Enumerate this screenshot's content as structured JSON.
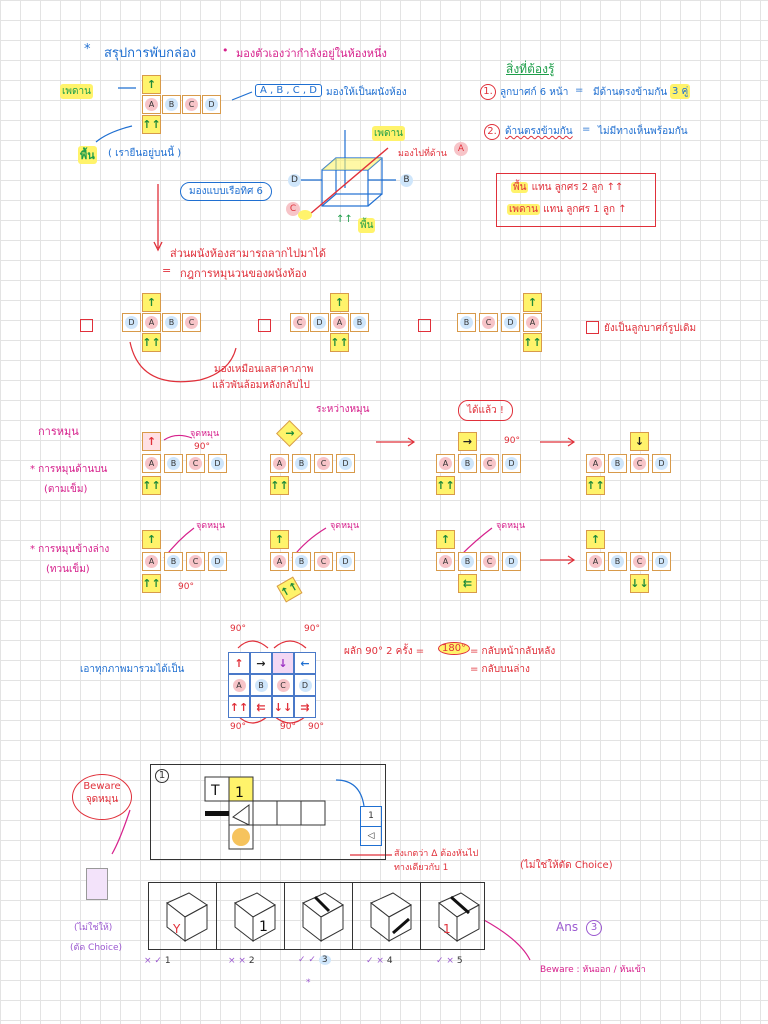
{
  "header": {
    "star": "*",
    "title": "สรุปการพับกล่อง",
    "bullet": "•",
    "subtitle": "มองตัวเองว่ากำลังอยู่ในห้องหนึ่ง"
  },
  "intro": {
    "ceiling_label": "เพดาน",
    "floor_label": "พื้น",
    "floor_note": "( เรายืนอยู่บนนี้ )",
    "faces": [
      "A",
      "B",
      "C",
      "D"
    ],
    "faces_note_letters": "A , B , C , D",
    "faces_note_text": "มองให้เป็นผนังห้อง",
    "view_pill": "มองแบบเรือทิศ 6",
    "cube_top": "เพดาน",
    "cube_bottom": "พื้น",
    "cube_look": "มองไปที่ด้าน",
    "cube_look_face": "A",
    "cube_D": "D",
    "cube_B": "B",
    "cube_C": "C"
  },
  "know": {
    "heading": "สิ่งที่ต้องรู้",
    "item1_num": "1.",
    "item1_a": "ลูกบาศก์ 6 หน้า",
    "item1_eq": "=",
    "item1_b": "มีด้านตรงข้ามกัน",
    "item1_c": "3 คู่",
    "item2_num": "2.",
    "item2_a": "ด้านตรงข้ามกัน",
    "item2_eq": "=",
    "item2_b": "ไม่มีทางเห็นพร้อมกัน",
    "box_floor": "พื้น",
    "box_floor_text": "แทน ลูกศร 2 ลูก",
    "box_floor_arrows": "↑↑",
    "box_ceiling": "เพดาน",
    "box_ceiling_text": "แทน ลูกศร 1 ลูก",
    "box_ceiling_arrow": "↑"
  },
  "slide": {
    "line1": "ส่วนผนังห้องสามารถลากไปมาได้",
    "line2_eq": "=",
    "line2": "กฎการหมุนวนของผนังห้อง",
    "wrap_note1": "มองเหมือนเลสาคาภาพ",
    "wrap_note2": "แล้วพันล้อมหลังกลับไป",
    "same_cube": "ยังเป็นลูกบาศก์รูปเดิม"
  },
  "rotate": {
    "heading": "การหมุน",
    "top_label": "* การหมุนด้านบน",
    "top_sub": "(ตามเข็ม)",
    "bottom_label": "* การหมุนข้างล่าง",
    "bottom_sub": "(ทวนเข็ม)",
    "pivot": "จุดหมุน",
    "deg90": "90°",
    "during": "ระหว่างหมุน",
    "done": "ได้แล้ว !"
  },
  "grid": {
    "label": "เอาทุกภาพมารวมได้เป็น",
    "deg": "90°",
    "flip": "ผลัก 90° 2 ครั้ง =",
    "deg180": "180°",
    "res1": "= กลับหน้ากลับหลัง",
    "res2": "= กลับบนล่าง",
    "rows": [
      [
        "↑",
        "→",
        "↓",
        "←"
      ],
      [
        "A",
        "B",
        "C",
        "D"
      ],
      [
        "↑↑",
        "⇇",
        "↓↓",
        "⇉"
      ]
    ]
  },
  "example": {
    "num": "1",
    "beware": "Beware",
    "beware2": "จุดหมุน",
    "note1": "สังเกตว่า Δ ต้องหันไป",
    "note2": "ทางเดียวกับ 1",
    "not_choice": "(ไม่ใช่ให้ตัด Choice)",
    "left_note1": "(ไม่ใช่ให้)",
    "left_note2": "(ตัด Choice)",
    "ans": "Ans",
    "ans_num": "3",
    "beware_bottom": "Beware : หันออก / หันเข้า",
    "choices": [
      {
        "num": "1",
        "marks": "× ✓"
      },
      {
        "num": "2",
        "marks": "× ×"
      },
      {
        "num": "3",
        "marks": "✓ ✓"
      },
      {
        "num": "4",
        "marks": "✓ ×"
      },
      {
        "num": "5",
        "marks": "✓ ×"
      }
    ],
    "star": "*"
  },
  "colors": {
    "blue": "#1f6fd1",
    "red": "#e0303a",
    "green": "#1e9e4a",
    "magenta": "#d6208c",
    "yellow": "#fff36b"
  }
}
